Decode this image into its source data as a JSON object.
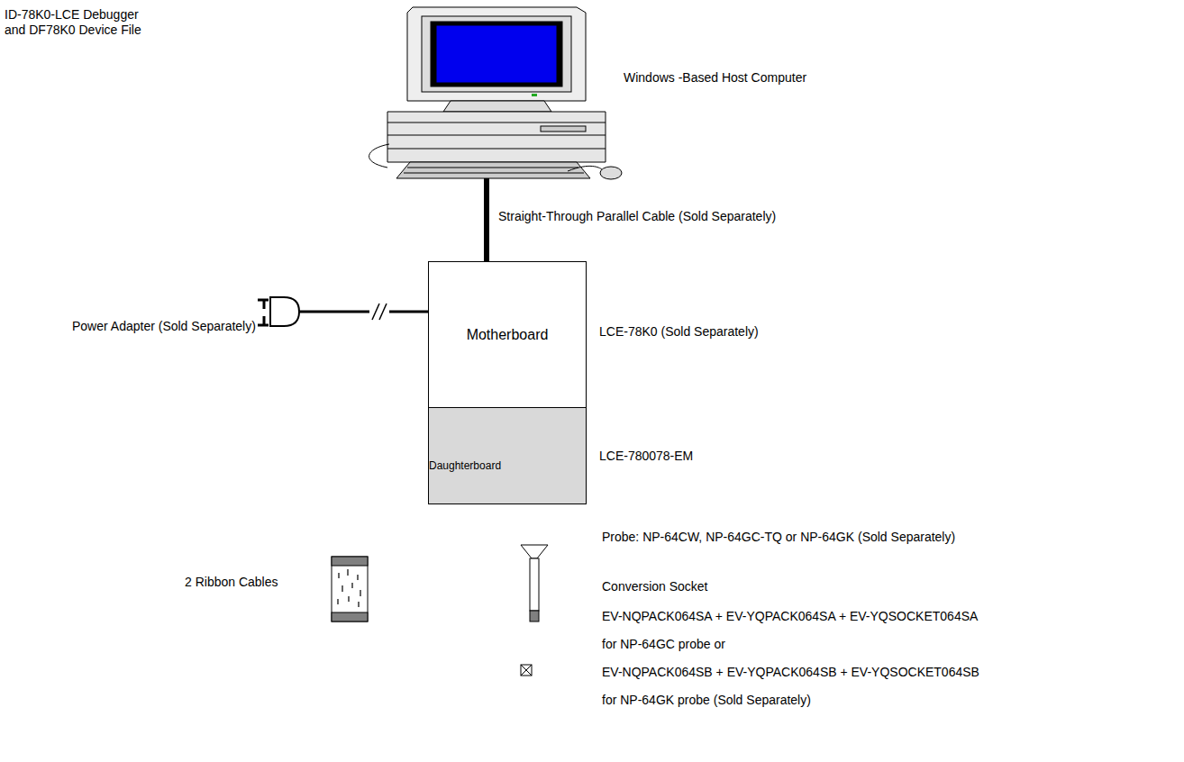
{
  "diagram": {
    "nodes": [
      {
        "text": [
          "Motherboard"
        ]
      },
      {
        "text": [
          "Daughterboard"
        ]
      }
    ],
    "labels": [
      "ID-78K0-LCE Debugger and DF78K0 Device File",
      "Windows -Based Host Computer",
      "Straight-Through Parallel Cable (Sold Separately)",
      "Power Adapter (Sold Separately)",
      "LCE-78K0 (Sold Separately)",
      "LCE-780078-EM",
      "Probe: NP-64CW, NP-64GC-TQ or NP-64GK (Sold Separately)",
      "2 Ribbon Cables",
      "Conversion Socket",
      "EV-NQPACK064SA + EV-YQPACK064SA + EV-YQSOCKET064SA",
      "for NP-64GC probe or",
      "EV-NQPACK064SB + EV-YQPACK064SB + EV-YQSOCKET064SB",
      "for NP-64GK probe (Sold Separately)"
    ]
  }
}
